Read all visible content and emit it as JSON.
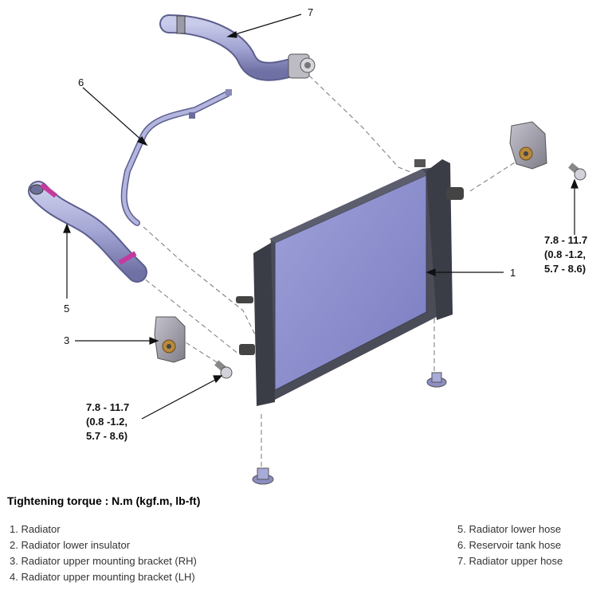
{
  "callouts": {
    "radiator": "1",
    "upper_bracket_rh": "3",
    "lower_hose": "5",
    "reservoir_hose": "6",
    "upper_hose": "7"
  },
  "torque_left": [
    "7.8 - 11.7",
    "(0.8 -1.2,",
    "5.7 - 8.6)"
  ],
  "torque_right": [
    "7.8 - 11.7",
    "(0.8 -1.2,",
    "5.7 - 8.6)"
  ],
  "title": "Tightening torque : N.m (kgf.m, lb-ft)",
  "legend_left": [
    "1. Radiator",
    "2. Radiator lower insulator",
    "3. Radiator upper mounting bracket (RH)",
    "4. Radiator upper mounting bracket (LH)"
  ],
  "legend_right": [
    "5. Radiator lower hose",
    "6. Reservoir tank hose",
    "7. Radiator upper hose"
  ],
  "colors": {
    "part_fill": "#a6a8d6",
    "part_shade": "#7e80b4",
    "core_fill": "#8d8fcf",
    "frame": "#3d3f4a",
    "clamp": "#c43a9c",
    "bracket": "#9c9aa4"
  }
}
